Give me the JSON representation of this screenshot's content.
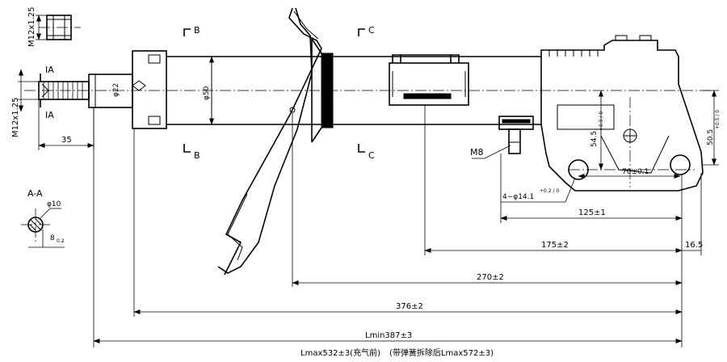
{
  "labels": {
    "section_b": "B",
    "section_c": "C",
    "section_a": "IA",
    "section_aa_title": "A-A",
    "thread_top": "M12x1.25",
    "thread_rod": "M12x1.25",
    "dia_22": "φ22",
    "dia_50": "φ50",
    "dia_10": "φ10",
    "tol_8": "8",
    "tol_8_sub": "0.2",
    "bolt_m8": "M8",
    "height_545": "54.5",
    "height_545_tol": "+0.5 / 0",
    "height_505": "50.5",
    "height_505_tol": "+0.5 / 0",
    "hole_spacing": "70±0.1",
    "holes": "4−φ14.1",
    "holes_tol": "+0.2 / 0"
  },
  "dimensions": {
    "d35": "35",
    "d125": "125±1",
    "d175": "175±2",
    "d165": "16.5",
    "d270": "270±2",
    "d376": "376±2",
    "lmin": "Lmin387±3",
    "lmax": "Lmax532±3(充气前)",
    "lmax_spring": "(带弹簧拆除后Lmax572±3)"
  }
}
